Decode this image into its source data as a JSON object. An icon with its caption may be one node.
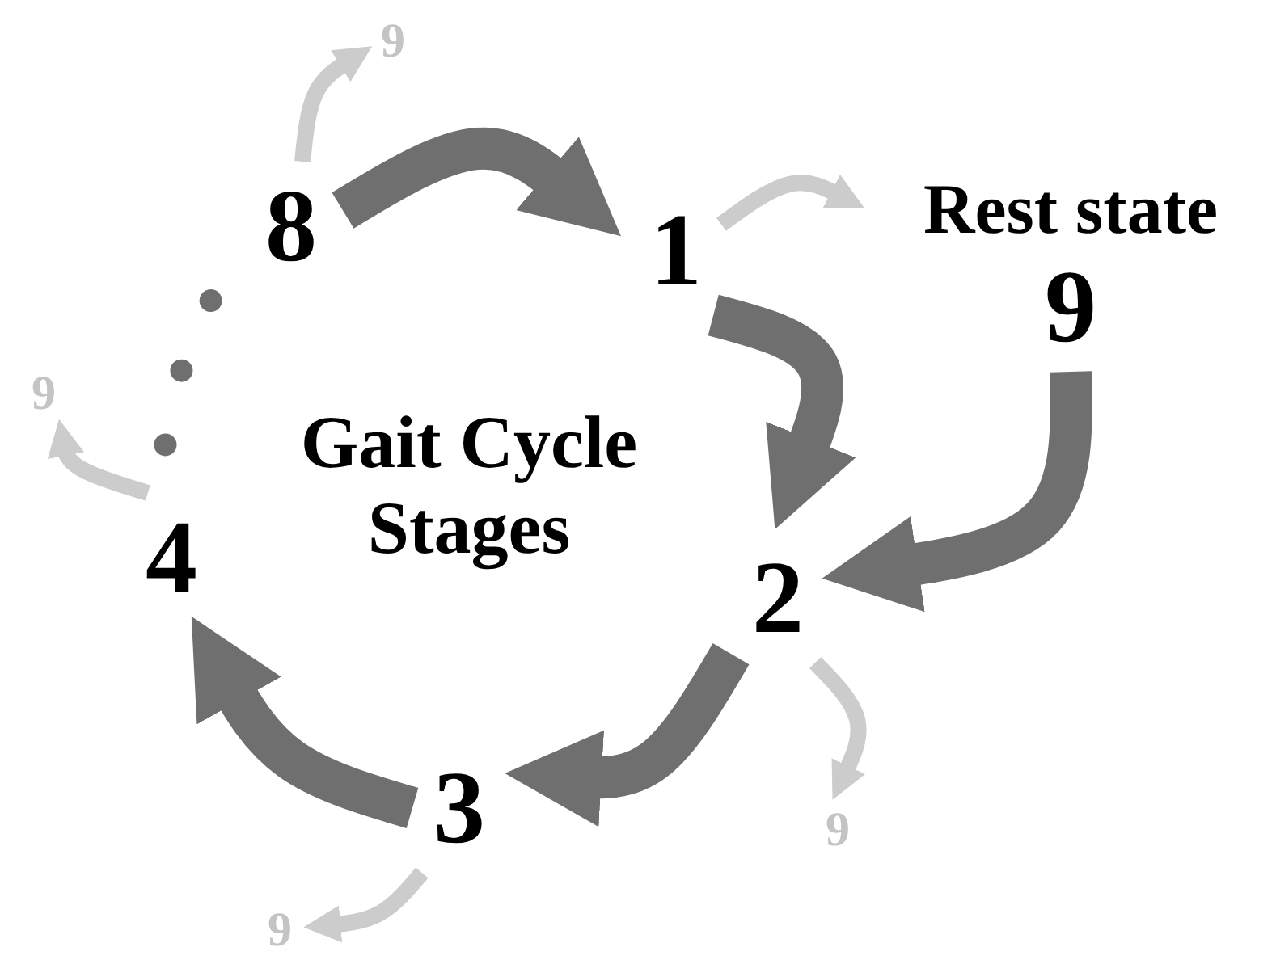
{
  "diagram": {
    "nodes": [
      {
        "text": [
          "8"
        ]
      },
      {
        "text": [
          "1"
        ]
      },
      {
        "text": [
          "Rest state",
          "9"
        ]
      },
      {
        "text": [
          "2"
        ]
      },
      {
        "text": [
          "3"
        ]
      },
      {
        "text": [
          "4"
        ]
      },
      {
        "text": [
          "9"
        ]
      },
      {
        "text": [
          "9"
        ]
      },
      {
        "text": [
          "9"
        ]
      },
      {
        "text": [
          "9"
        ]
      }
    ],
    "edges": [
      {
        "from": 0,
        "to": 1,
        "arrow": "to",
        "style": "thick"
      },
      {
        "from": 1,
        "to": 3,
        "arrow": "to",
        "style": "thick"
      },
      {
        "from": 2,
        "to": 3,
        "arrow": "to",
        "style": "thick"
      },
      {
        "from": 3,
        "to": 4,
        "arrow": "to",
        "style": "thick"
      },
      {
        "from": 4,
        "to": 5,
        "arrow": "to",
        "style": "thick"
      },
      {
        "from": 0,
        "to": 6,
        "arrow": "to",
        "color": "#cccccc"
      },
      {
        "from": 1,
        "to": 2,
        "arrow": "to",
        "color": "#cccccc"
      },
      {
        "from": 5,
        "to": 7,
        "arrow": "to",
        "color": "#cccccc"
      },
      {
        "from": 3,
        "to": 8,
        "arrow": "to",
        "color": "#cccccc"
      },
      {
        "from": 4,
        "to": 9,
        "arrow": "to",
        "color": "#cccccc"
      },
      {
        "from": 5,
        "to": 0,
        "arrow": "none",
        "style": "dashed"
      }
    ],
    "labels": [
      "Gait Cycle Stages"
    ]
  }
}
